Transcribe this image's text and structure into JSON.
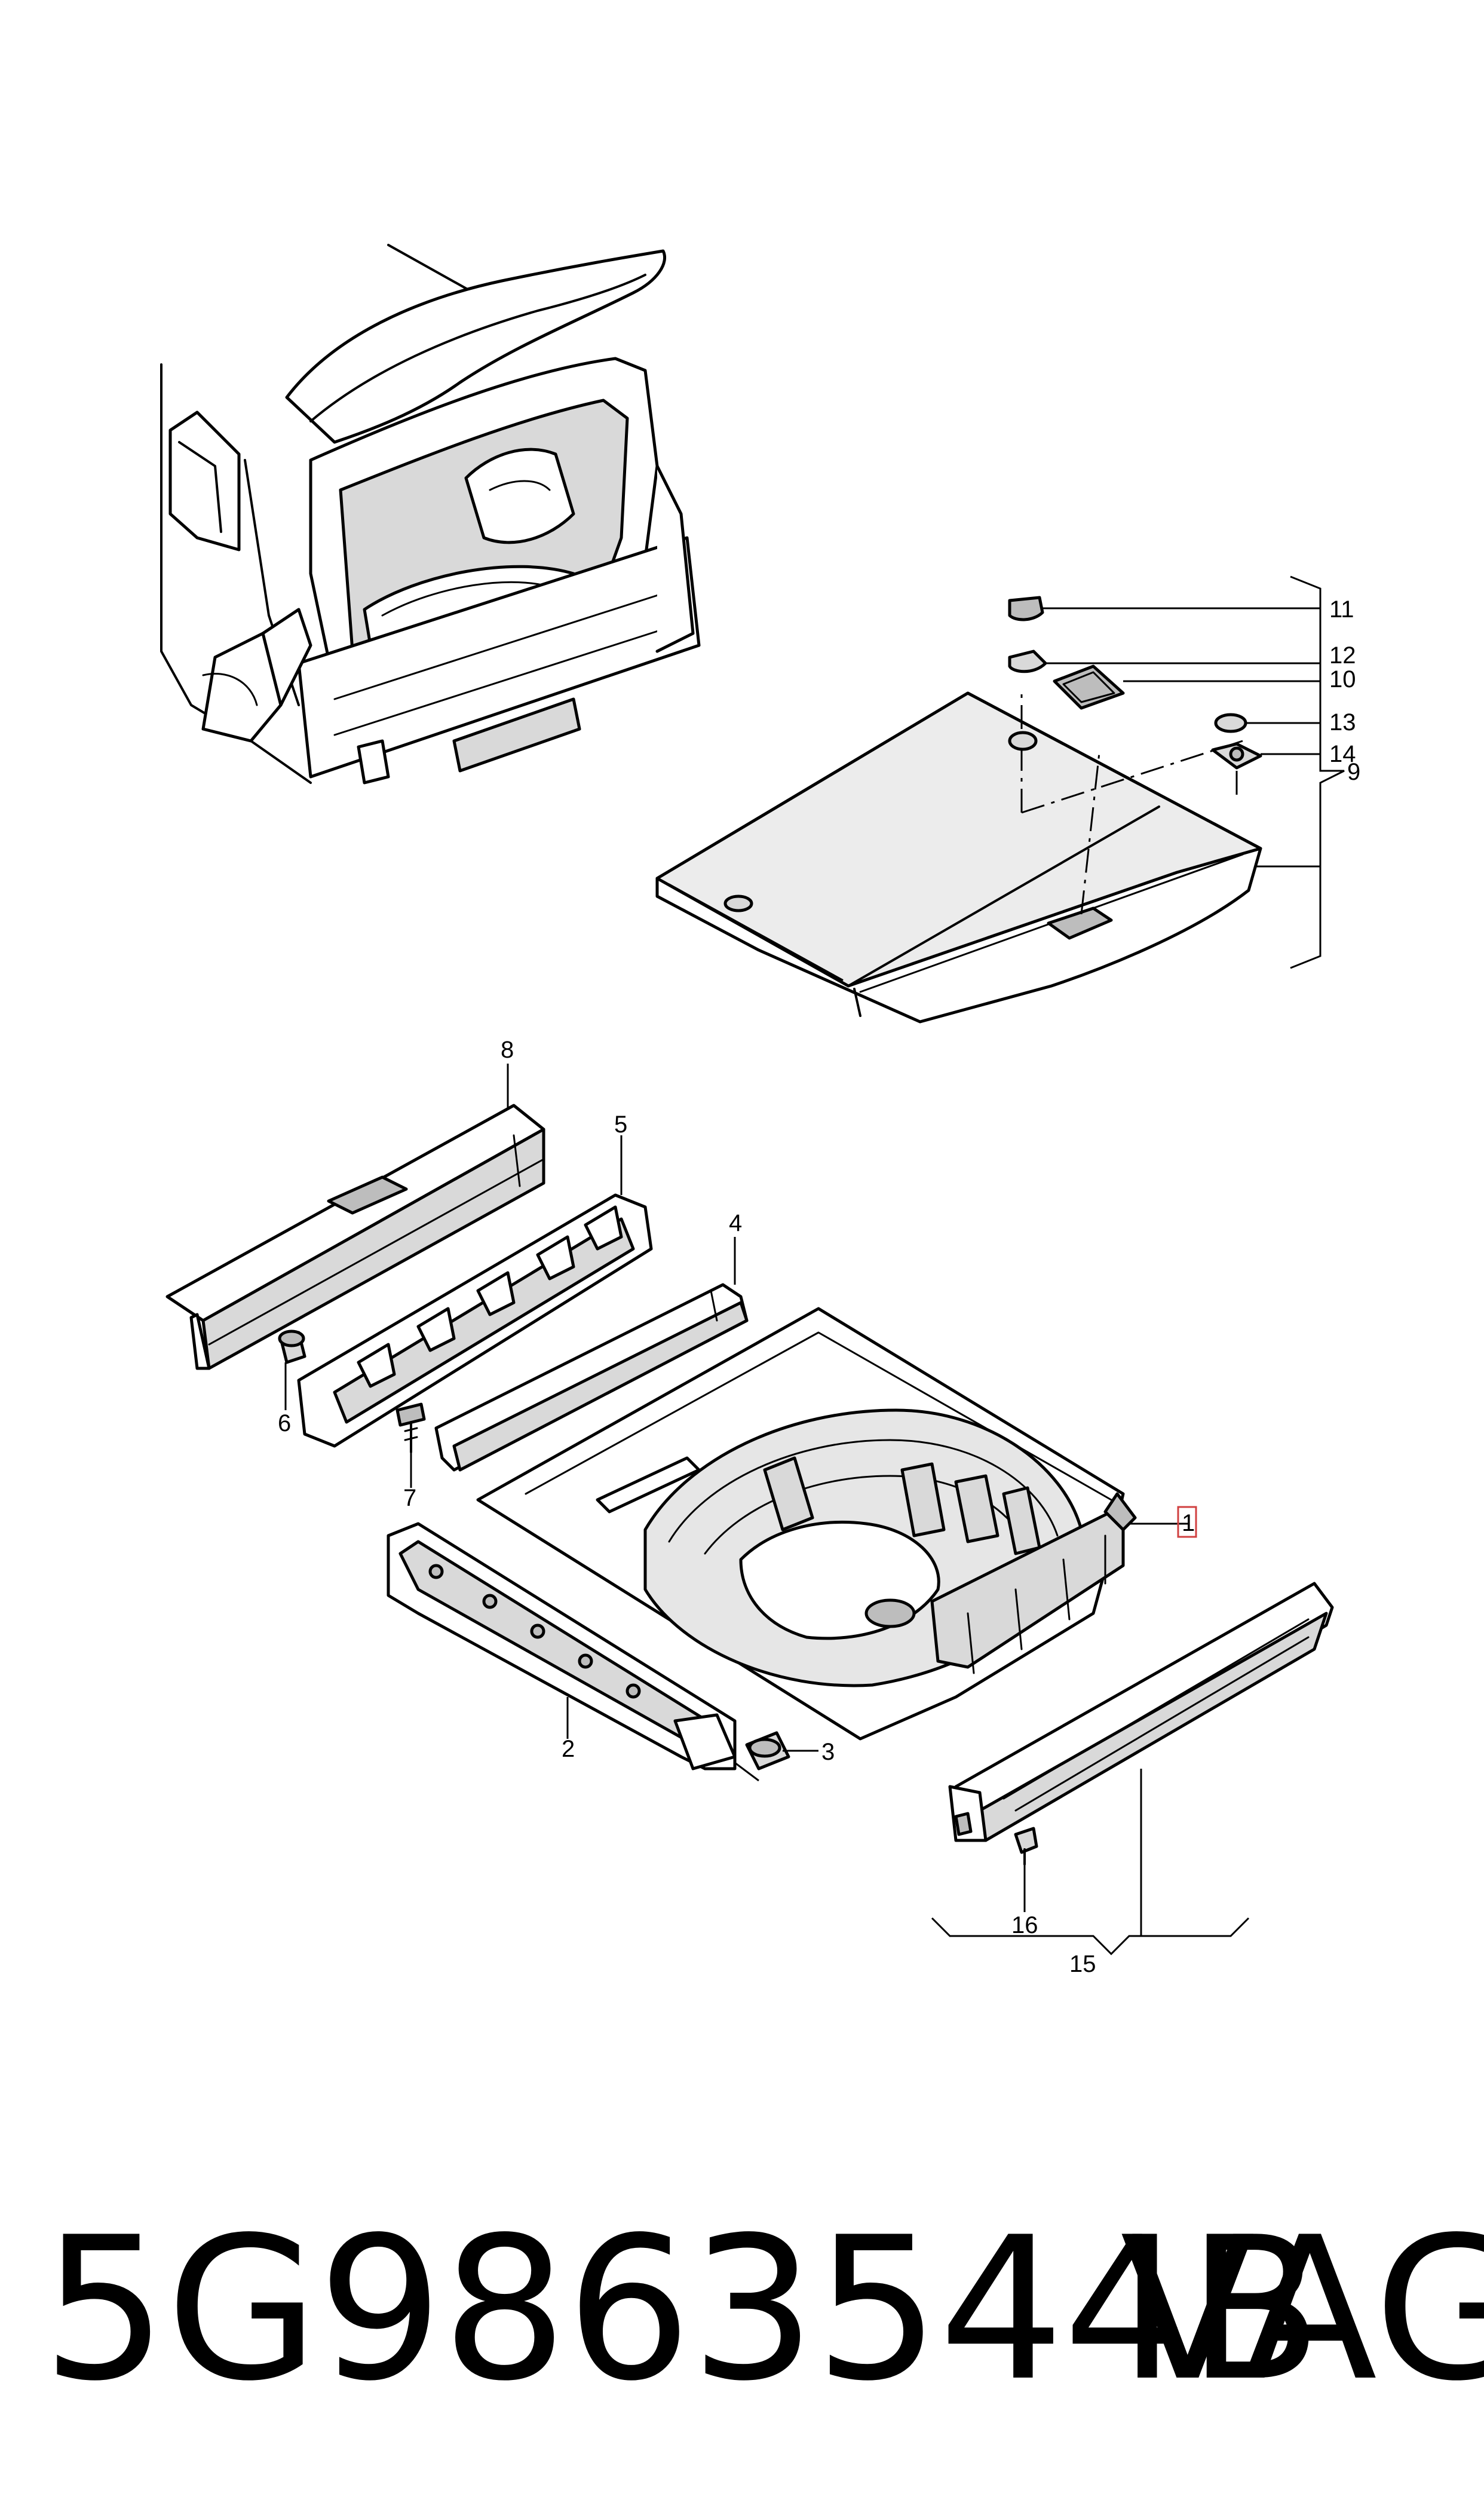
{
  "callouts": {
    "c1": "1",
    "c2": "2",
    "c3": "3",
    "c4": "4",
    "c5": "5",
    "c6": "6",
    "c7": "7",
    "c8": "8",
    "c9": "9",
    "c10": "10",
    "c11": "11",
    "c12": "12",
    "c13": "13",
    "c14": "14",
    "c15": "15",
    "c16": "16"
  },
  "part_number": "5G9863544B",
  "brand": "VAG"
}
